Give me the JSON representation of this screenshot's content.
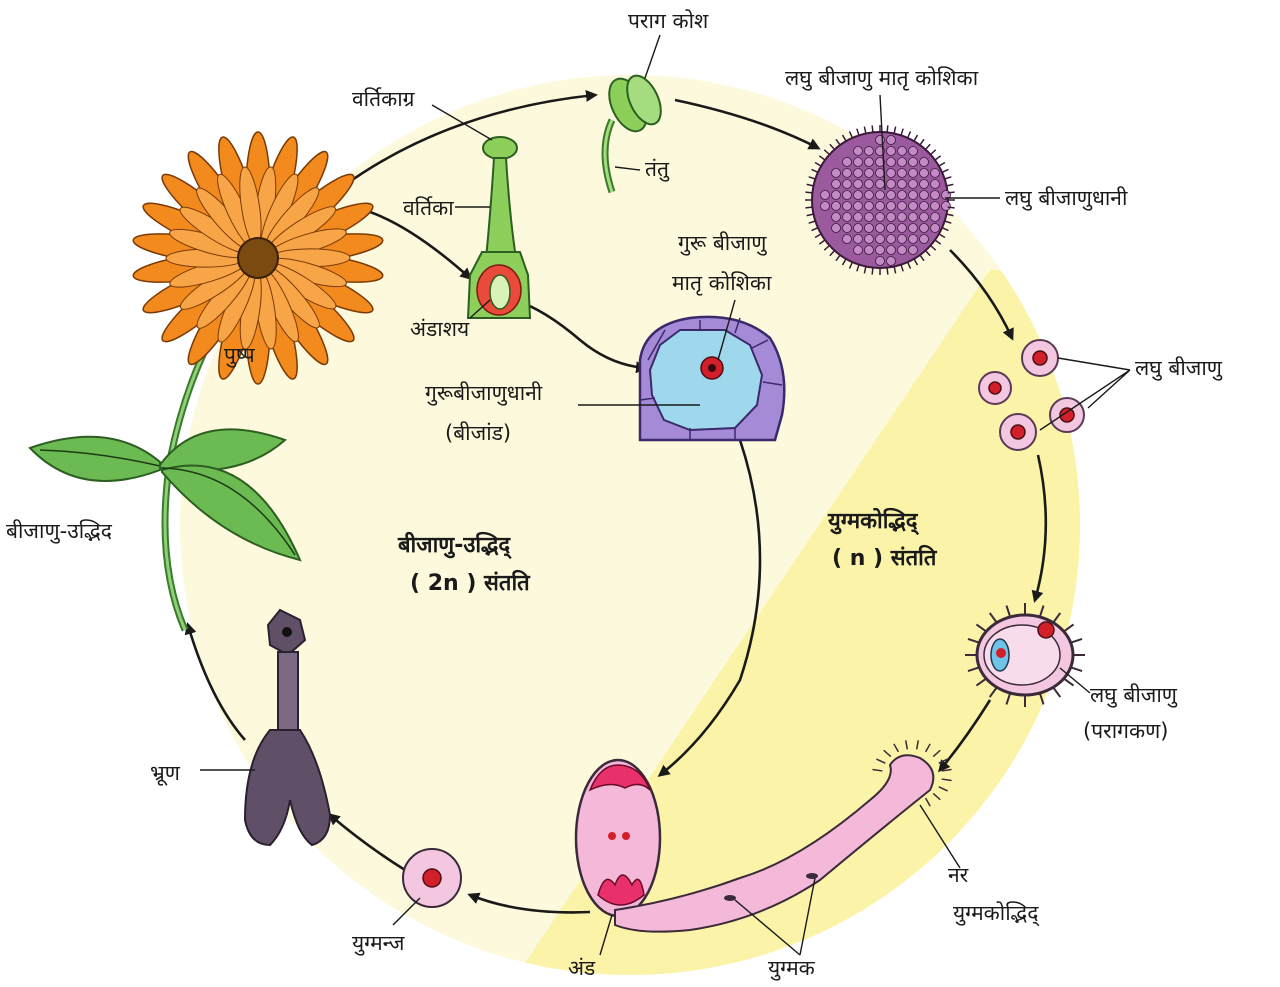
{
  "labels": {
    "parag_kosh": "पराग कोश",
    "vartikagra": "वर्तिकाग्र",
    "tantu": "तंतु",
    "laghu_mother": "लघु बीजाणु मातृ कोशिका",
    "laghu_bijanudhani": "लघु बीजाणुधानी",
    "vartika": "वर्तिका",
    "guru_mother_1": "गुरू बीजाणु",
    "guru_mother_2": "मातृ कोशिका",
    "andashay": "अंडाशय",
    "pushp": "पुष्प",
    "guru_bijanudhani": "गुरूबीजाणुधानी",
    "bijand": "(बीजांड)",
    "laghu_bijanu": "लघु बीजाणु",
    "bijanu_udbhid": "बीजाणु-उद्भिद",
    "yugmak_udbhid_1": "युग्मकोद्भिद्",
    "yugmak_udbhid_2": "( n ) संतति",
    "sporo_1": "बीजाणु-उद्भिद्",
    "sporo_2": "( 2n ) संतति",
    "laghu_bijanu_2": "लघु बीजाणु",
    "paragkan": "(परागकण)",
    "bhrun": "भ्रूण",
    "nar_1": "नर",
    "nar_2": "युग्मकोद्भिद्",
    "yugmanj": "युग्मन्ज",
    "and": "अंड",
    "yugmak": "युग्मक"
  },
  "colors": {
    "sporophyte_bg": "#fdf9dc",
    "gametophyte_bg": "#fbf3a8",
    "petal": "#f28a1e",
    "flower_center": "#7a4a10",
    "leaf": "#5fb04a",
    "microspore_purple": "#9b5a9e",
    "pink": "#f4b8d8",
    "nucleus_red": "#d21f2a",
    "megaspore_purple": "#a58ad8",
    "megaspore_blue": "#9fd8ec",
    "embryo": "#5f5068"
  }
}
